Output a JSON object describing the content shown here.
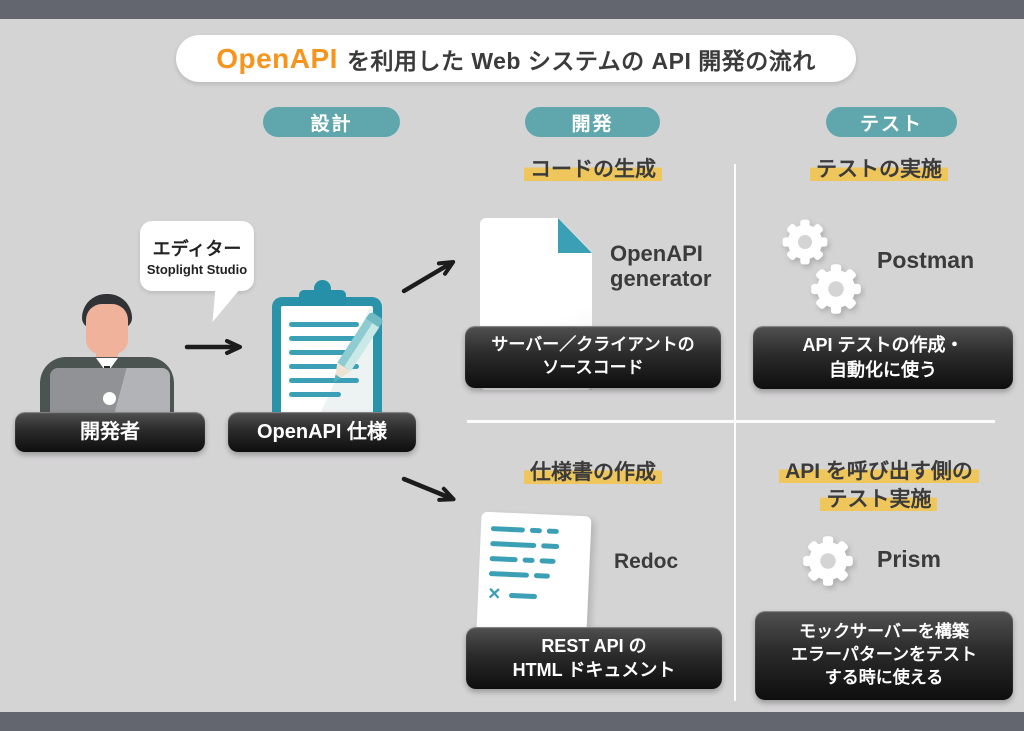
{
  "colors": {
    "background": "#d5d4d5",
    "frame_bar": "#63666e",
    "teal_badge": "#5fa7ac",
    "teal_icon": "#2a93a9",
    "highlight_yellow": "#eec65c",
    "brand_orange": "#f7941d",
    "plate_black": "#0e0e0e",
    "text_dark": "#3b3b3b"
  },
  "title": {
    "brand": "OpenAPI",
    "rest": "を利用した Web システムの API 開発の流れ"
  },
  "phases": [
    {
      "label": "設計"
    },
    {
      "label": "開発"
    },
    {
      "label": "テスト"
    }
  ],
  "design": {
    "bubble": {
      "title": "エディター",
      "subtitle": "Stoplight Studio"
    },
    "developer_label": "開発者",
    "spec_label": "OpenAPI 仕様"
  },
  "sections": {
    "codegen": {
      "heading": "コードの生成",
      "tool_lines": [
        "OpenAPI",
        "generator"
      ],
      "output_lines": [
        "サーバー／クライアントの",
        "ソースコード"
      ]
    },
    "testing": {
      "heading": "テストの実施",
      "tool": "Postman",
      "output_lines": [
        "API テストの作成・",
        "自動化に使う"
      ]
    },
    "docs": {
      "heading": "仕様書の作成",
      "tool": "Redoc",
      "output_lines": [
        "REST API の",
        "HTML ドキュメント"
      ]
    },
    "mock": {
      "heading_lines": [
        "API を呼び出す側の",
        "テスト実施"
      ],
      "tool": "Prism",
      "output_lines": [
        "モックサーバーを構築",
        "エラーパターンをテスト",
        "する時に使える"
      ]
    }
  },
  "icons": {
    "spec": "clipboard-pencil-icon",
    "codegen": "folded-paper-icon",
    "testing": "double-gear-icon",
    "docs": "document-lines-icon",
    "mock": "gear-icon"
  }
}
